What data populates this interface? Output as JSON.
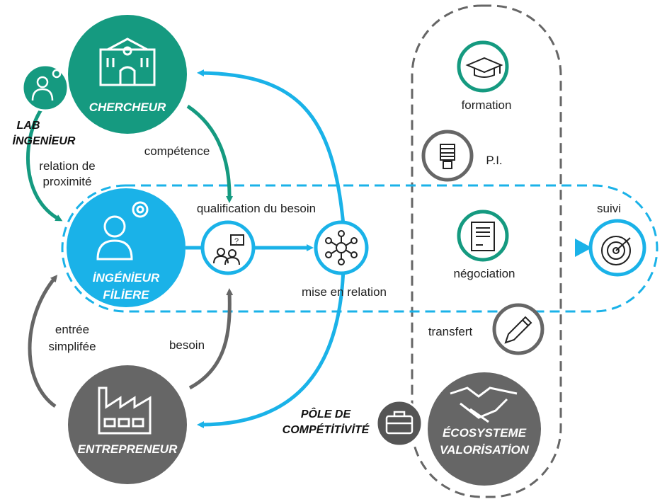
{
  "nodes": {
    "chercheur": "CHERCHEUR",
    "lab_line1": "LAB",
    "lab_line2": "İNGENİEUR",
    "ingenieur_line1": "İNGÉNİEUR",
    "ingenieur_line2": "FİLİERE",
    "entrepreneur": "ENTREPRENEUR",
    "pole_line1": "PÔLE DE",
    "pole_line2": "COMPÉTİTİVİTÉ",
    "ecosysteme_line1": "ÉCOSYSTEME",
    "ecosysteme_line2": "VALORİSATİON"
  },
  "labels": {
    "competence": "compétence",
    "relation_line1": "relation de",
    "relation_line2": "proximité",
    "qualification": "qualification du besoin",
    "mise_en_relation": "mise en relation",
    "entree_line1": "entrée",
    "entree_line2": "simplifée",
    "besoin": "besoin",
    "formation": "formation",
    "pi": "P.I.",
    "negociation": "négociation",
    "transfert": "transfert",
    "suivi": "suivi"
  },
  "icons": {
    "chercheur": "university-building-icon",
    "lab": "person-lightbulb-icon",
    "ingenieur": "person-gear-icon",
    "qualification": "people-question-icon",
    "mise_en_relation": "network-hub-icon",
    "formation": "graduation-cap-icon",
    "pi": "lightbulb-icon",
    "negociation": "contract-icon",
    "transfert": "pen-icon",
    "suivi": "target-icon",
    "entrepreneur": "factory-icon",
    "pole": "briefcase-icon",
    "ecosysteme": "handshake-icon"
  },
  "colors": {
    "green": "#159a80",
    "blue": "#1ab2e8",
    "gray": "#666666",
    "dark_gray": "#555555"
  }
}
